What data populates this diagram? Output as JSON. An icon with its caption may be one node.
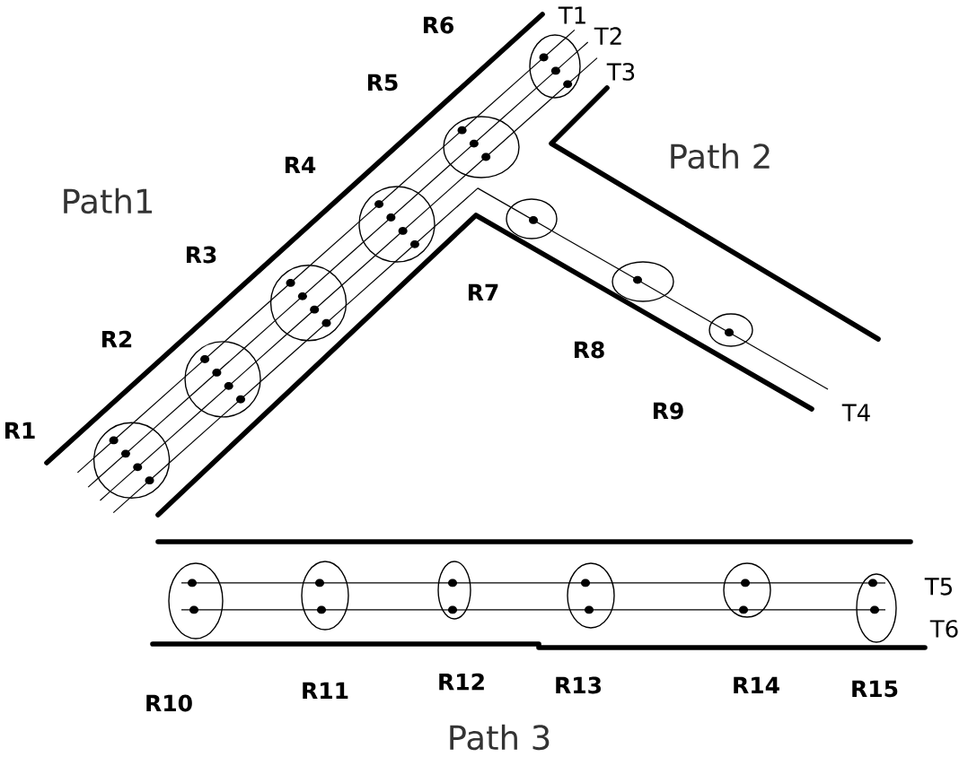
{
  "diagram": {
    "nodes": [
      {
        "text": [],
        "shape": "circle",
        "beside": [
          "R1"
        ]
      },
      {
        "text": [],
        "shape": "circle",
        "beside": [
          "R2"
        ]
      },
      {
        "text": [],
        "shape": "circle",
        "beside": [
          "R3"
        ]
      },
      {
        "text": [],
        "shape": "circle",
        "beside": [
          "R4"
        ]
      },
      {
        "text": [],
        "shape": "ellipse",
        "beside": [
          "R5"
        ]
      },
      {
        "text": [],
        "shape": "ellipse",
        "beside": [
          "R6"
        ]
      },
      {
        "text": [],
        "shape": "ellipse",
        "beside": [
          "R7"
        ]
      },
      {
        "text": [],
        "shape": "ellipse",
        "beside": [
          "R8"
        ]
      },
      {
        "text": [],
        "shape": "ellipse",
        "beside": [
          "R9"
        ]
      },
      {
        "text": [],
        "shape": "ellipse",
        "beside": [
          "R10"
        ]
      },
      {
        "text": [],
        "shape": "ellipse",
        "beside": [
          "R11"
        ]
      },
      {
        "text": [],
        "shape": "ellipse",
        "beside": [
          "R12"
        ]
      },
      {
        "text": [],
        "shape": "ellipse",
        "beside": [
          "R13"
        ]
      },
      {
        "text": [],
        "shape": "ellipse",
        "beside": [
          "R14"
        ]
      },
      {
        "text": [],
        "shape": "ellipse",
        "beside": [
          "R15"
        ]
      },
      {
        "text": [
          "T1"
        ]
      },
      {
        "text": [
          "T2"
        ]
      },
      {
        "text": [
          "T3"
        ]
      },
      {
        "text": [
          "T4"
        ]
      }
    ],
    "edges": [
      {
        "from": null,
        "to": 0,
        "arrow": "none"
      },
      {
        "from": 0,
        "to": 1,
        "arrow": "none"
      },
      {
        "from": 1,
        "to": 2,
        "arrow": "none"
      },
      {
        "from": 2,
        "to": 3,
        "arrow": "none"
      },
      {
        "from": 3,
        "to": 4,
        "arrow": "none"
      },
      {
        "from": 4,
        "to": 5,
        "arrow": "none"
      },
      {
        "from": 5,
        "to": 15,
        "arrow": "none"
      },
      {
        "from": null,
        "to": 0,
        "arrow": "none"
      },
      {
        "from": 0,
        "to": 1,
        "arrow": "none"
      },
      {
        "from": 1,
        "to": 2,
        "arrow": "none"
      },
      {
        "from": 2,
        "to": 3,
        "arrow": "none"
      },
      {
        "from": 3,
        "to": 4,
        "arrow": "none"
      },
      {
        "from": 4,
        "to": 5,
        "arrow": "none"
      },
      {
        "from": 5,
        "to": 16,
        "arrow": "none"
      },
      {
        "from": null,
        "to": 0,
        "arrow": "none"
      },
      {
        "from": 0,
        "to": 1,
        "arrow": "none"
      },
      {
        "from": 1,
        "to": 2,
        "arrow": "none"
      },
      {
        "from": 2,
        "to": 3,
        "arrow": "none"
      },
      {
        "from": 3,
        "to": 4,
        "arrow": "none"
      },
      {
        "from": 4,
        "to": 5,
        "arrow": "none"
      },
      {
        "from": 5,
        "to": 17,
        "arrow": "none"
      },
      {
        "from": null,
        "to": 0,
        "arrow": "none"
      },
      {
        "from": 0,
        "to": 1,
        "arrow": "none"
      },
      {
        "from": 1,
        "to": 2,
        "arrow": "none"
      },
      {
        "from": 2,
        "to": 3,
        "arrow": "none"
      },
      {
        "from": 3,
        "to": 6,
        "arrow": "none"
      },
      {
        "from": 6,
        "to": 7,
        "arrow": "none"
      },
      {
        "from": 7,
        "to": 8,
        "arrow": "none"
      },
      {
        "from": 8,
        "to": 18,
        "arrow": "none"
      },
      {
        "from": 9,
        "to": 10,
        "arrow": "none"
      },
      {
        "from": 10,
        "to": 11,
        "arrow": "none"
      },
      {
        "from": 11,
        "to": 12,
        "arrow": "none"
      },
      {
        "from": 12,
        "to": 13,
        "arrow": "none"
      },
      {
        "from": 13,
        "to": 14,
        "arrow": "none"
      },
      {
        "from": 9,
        "to": 10,
        "arrow": "none"
      },
      {
        "from": 10,
        "to": 11,
        "arrow": "none"
      },
      {
        "from": 11,
        "to": 12,
        "arrow": "none"
      },
      {
        "from": 12,
        "to": 13,
        "arrow": "none"
      },
      {
        "from": 13,
        "to": 14,
        "arrow": "none"
      }
    ],
    "labels": [
      "Path 2",
      "Path1",
      "T5",
      "T6",
      "Path 3"
    ]
  }
}
